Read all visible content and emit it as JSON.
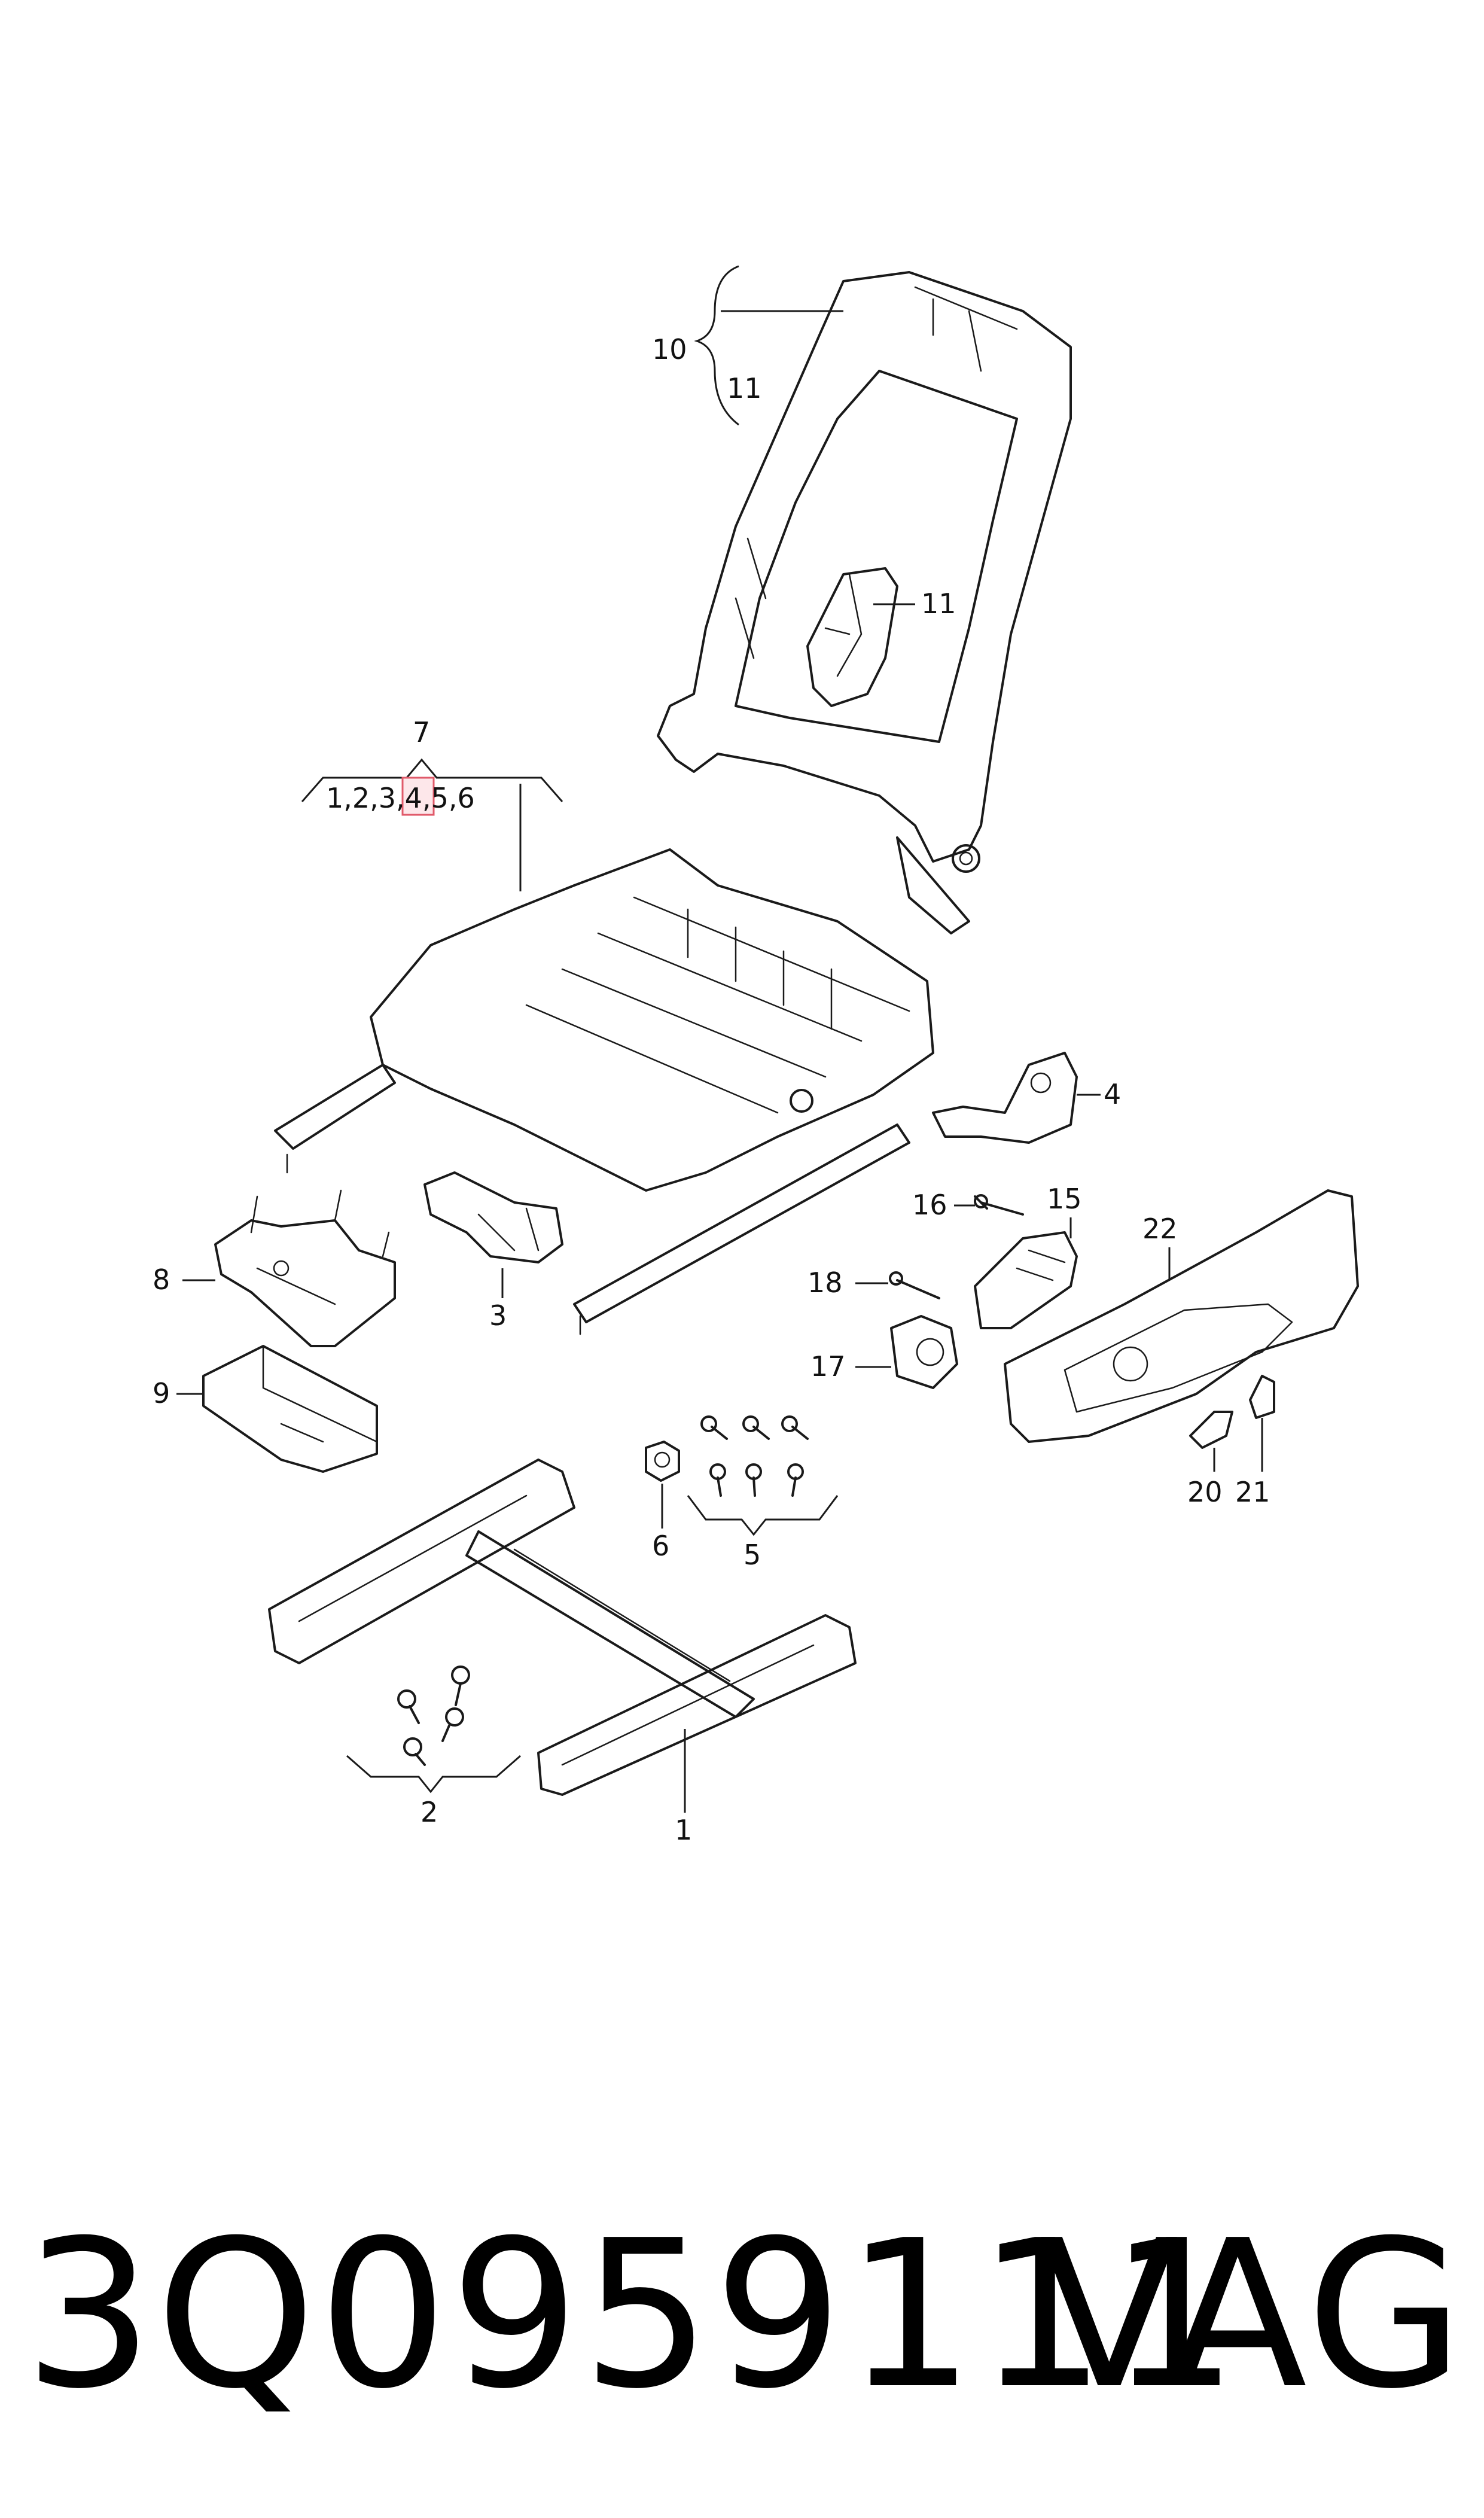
{
  "callouts": {
    "c1": "1",
    "c2": "2",
    "c3": "3",
    "c4": "4",
    "c5": "5",
    "c6": "6",
    "c7": "7",
    "c8": "8",
    "c9": "9",
    "c10": "10",
    "c11a": "11",
    "c11b": "11",
    "c15": "15",
    "c16": "16",
    "c17": "17",
    "c18": "18",
    "c20": "20",
    "c21": "21",
    "c22": "22"
  },
  "group7": {
    "pre": "1,2,3",
    "sep1": ",",
    "highlighted": "4",
    "post": ",5,6"
  },
  "highlight_color": "#e05a6a",
  "footer": {
    "part_number": "3Q0959111",
    "brand": "VAG"
  }
}
